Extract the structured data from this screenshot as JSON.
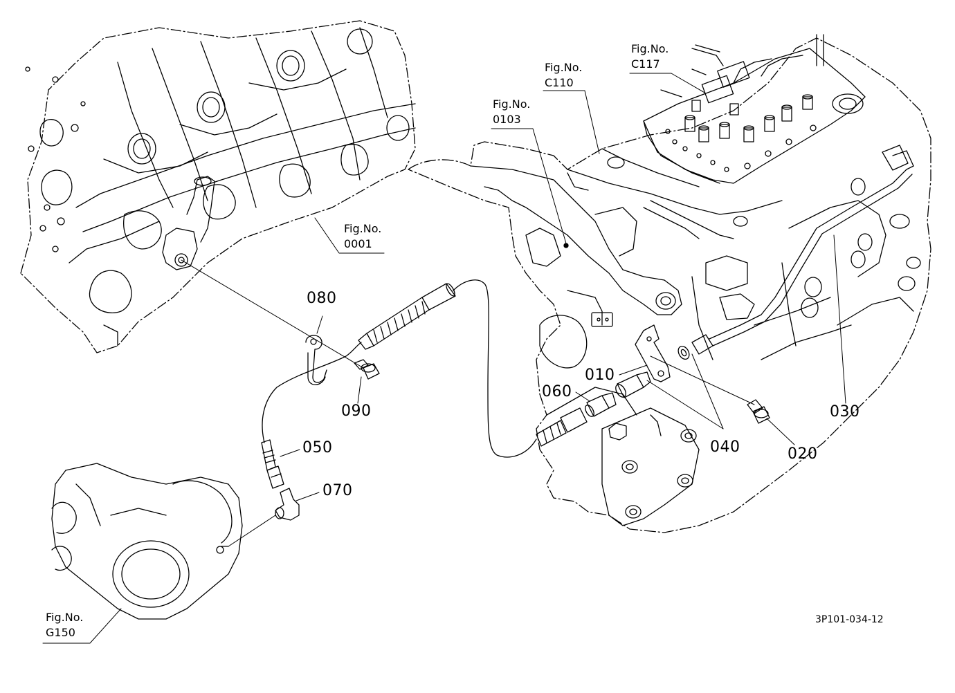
{
  "figure_refs": [
    {
      "id": "fig_c117",
      "line1": "Fig.No.",
      "line2": "C117"
    },
    {
      "id": "fig_c110",
      "line1": "Fig.No.",
      "line2": "C110"
    },
    {
      "id": "fig_0103",
      "line1": "Fig.No.",
      "line2": "0103"
    },
    {
      "id": "fig_0001",
      "line1": "Fig.No.",
      "line2": "0001"
    },
    {
      "id": "fig_g150",
      "line1": "Fig.No.",
      "line2": "G150"
    }
  ],
  "parts": {
    "p010": "010",
    "p020": "020",
    "p030": "030",
    "p040": "040",
    "p050": "050",
    "p060": "060",
    "p070": "070",
    "p080": "080",
    "p090": "090"
  },
  "drawing_code": "3P101-034-12"
}
